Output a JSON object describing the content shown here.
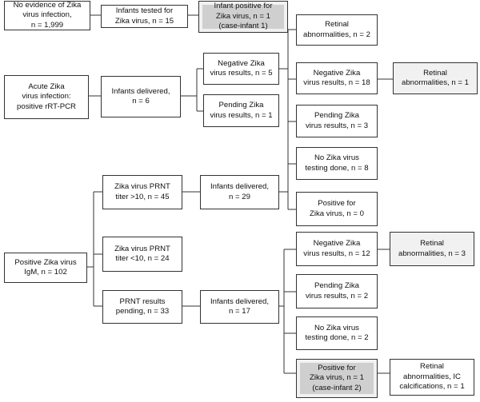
{
  "colors": {
    "line": "#333333",
    "box_border": "#333333",
    "shade": "#f1f1f1",
    "highlight": "#cfcfcf"
  },
  "nodes": {
    "no_evidence": "No evidence of Zika\nvirus infection,\nn = 1,999",
    "infants_tested": "Infants tested for\nZika virus, n = 15",
    "infant_positive_1": "Infant positive for\nZika virus, n = 1\n(case-infant 1)",
    "acute_zika": "Acute Zika\nvirus infection:\npositive rRT-PCR",
    "infants_delivered_6": "Infants delivered,\nn = 6",
    "negative_5": "Negative Zika\nvirus results, n = 5",
    "pending_1": "Pending Zika\nvirus results, n = 1",
    "retinal_2": "Retinal\nabnormalities, n = 2",
    "negative_18": "Negative Zika\nvirus results, n = 18",
    "retinal_1": "Retinal\nabnormalities, n = 1",
    "pending_3": "Pending Zika\nvirus results, n = 3",
    "no_testing_8": "No Zika virus\ntesting done, n = 8",
    "positive_0": "Positive for\nZika virus, n = 0",
    "prnt_gt10": "Zika virus PRNT\ntiter >10, n = 45",
    "infants_delivered_29": "Infants delivered,\nn = 29",
    "positive_igm": "Positive Zika virus\nIgM, n = 102",
    "prnt_lt10": "Zika virus PRNT\ntiter <10, n = 24",
    "prnt_pending": "PRNT results\npending, n = 33",
    "infants_delivered_17": "Infants delivered,\nn = 17",
    "negative_12": "Negative Zika\nvirus results, n = 12",
    "retinal_3": "Retinal\nabnormalities, n = 3",
    "pending_2": "Pending Zika\nvirus results, n = 2",
    "no_testing_2": "No Zika virus\ntesting done, n = 2",
    "positive_case2": "Positive for\nZika virus, n = 1\n(case-infant 2)",
    "retinal_ic": "Retinal\nabnormalities, IC\ncalcifications, n = 1"
  }
}
